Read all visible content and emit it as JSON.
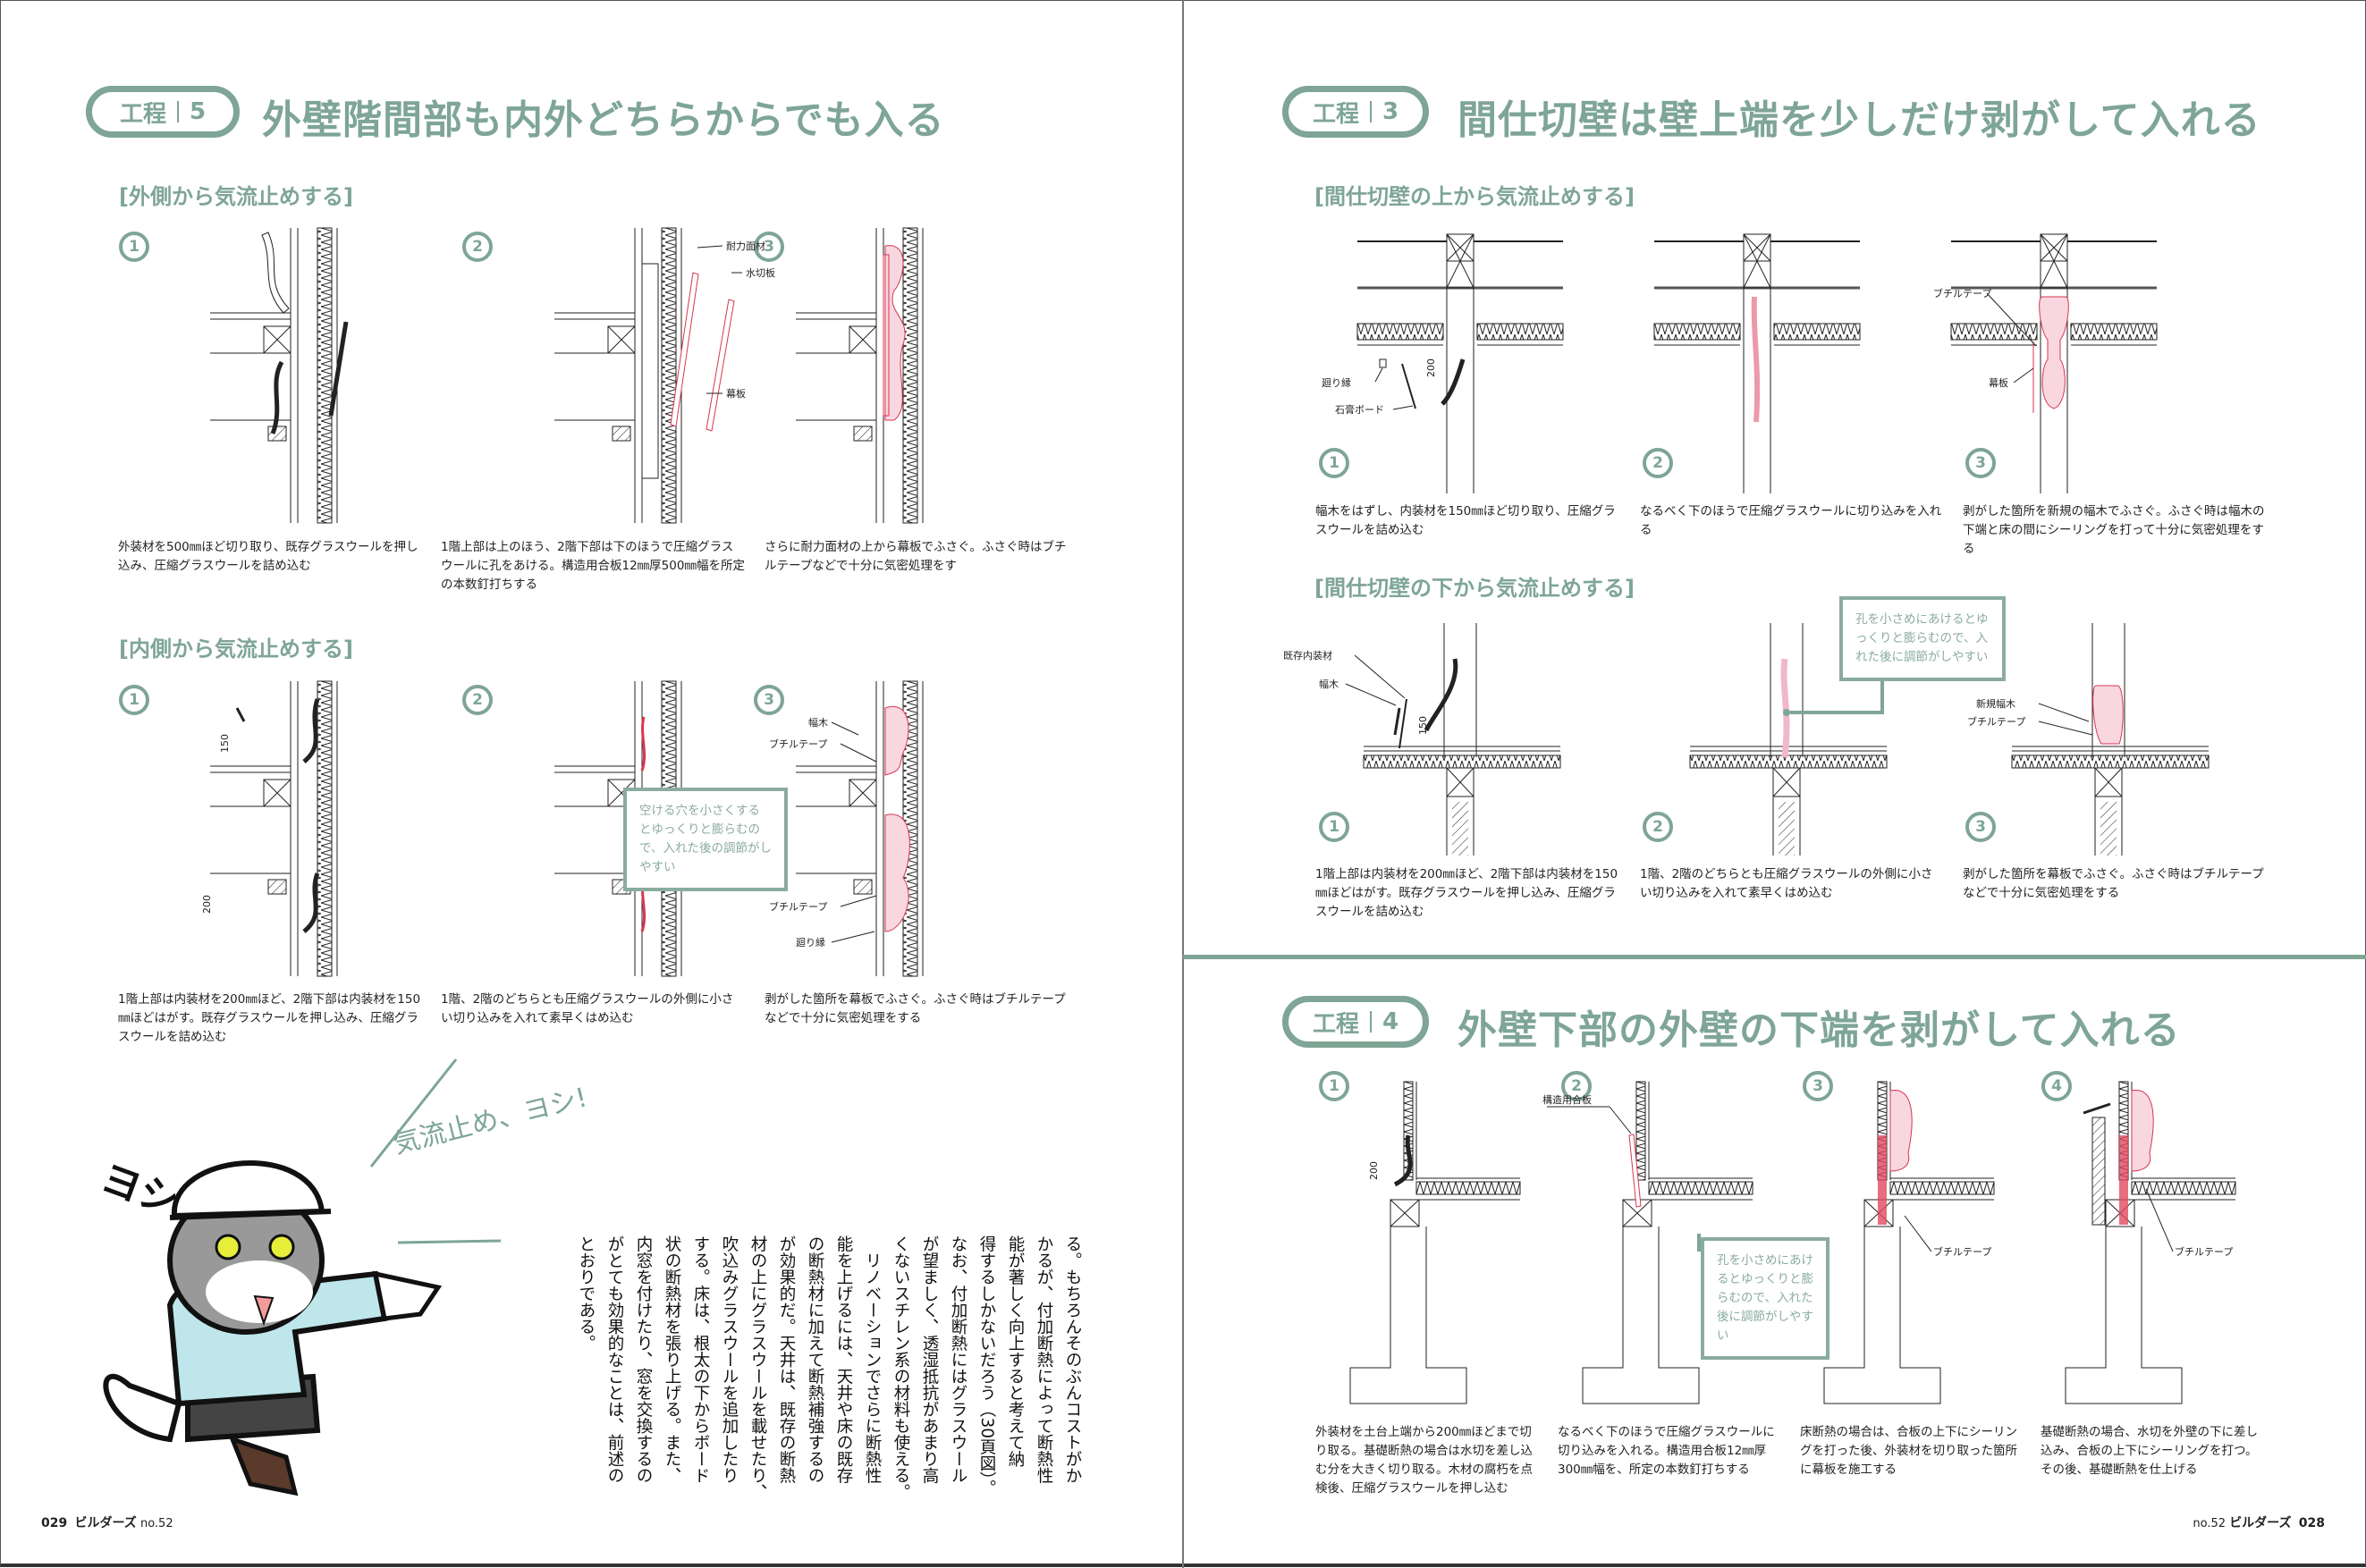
{
  "left_page": {
    "section": {
      "badge_label": "工程",
      "badge_number": "5",
      "title": "外壁階間部も内外どちらからでも入る"
    },
    "outside": {
      "heading": "[外側から気流止めする]",
      "steps": [
        {
          "number": "1",
          "caption": "外装材を500㎜ほど切り取り、既存グラスウールを押し込み、圧縮グラスウールを詰め込む"
        },
        {
          "number": "2",
          "caption": "1階上部は上のほう、2階下部は下のほうで圧縮グラスウールに孔をあける。構造用合板12㎜厚500㎜幅を所定の本数釘打ちする"
        },
        {
          "number": "3",
          "caption": "さらに耐力面材の上から幕板でふさぐ。ふさぐ時はブチルテープなどで十分に気密処理をす"
        }
      ],
      "labels": {
        "bearing_panel": "耐力面材",
        "flashing": "水切板",
        "fascia": "幕板"
      }
    },
    "inside": {
      "heading": "[内側から気流止めする]",
      "steps": [
        {
          "number": "1",
          "caption": "1階上部は内装材を200㎜ほど、2階下部は内装材を150㎜ほどはがす。既存グラスウールを押し込み、圧縮グラスウールを詰め込む"
        },
        {
          "number": "2",
          "caption": "1階、2階のどちらとも圧縮グラスウールの外側に小さい切り込みを入れて素早くはめ込む"
        },
        {
          "number": "3",
          "caption": "剥がした箇所を幕板でふさぐ。ふさぐ時はブチルテープなどで十分に気密処理をする"
        }
      ],
      "labels": {
        "dim_upper": "150",
        "dim_lower": "200",
        "baseboard": "幅木",
        "butyl_tape_1": "ブチルテープ",
        "butyl_tape_2": "ブチルテープ",
        "crown": "廻り縁"
      },
      "callout": "空ける穴を小さくするとゆっくりと膨らむので、入れた後の調節がしやすい"
    },
    "illustration": {
      "shout": "ヨシ!",
      "speech": "気流止め、ヨシ!"
    },
    "body_columns": [
      "る。もちろんそのぶんコストがか",
      "かるが、付加断熱によって断熱性",
      "能が著しく向上すると考えて納",
      "得するしかないだろう（30頁図）。",
      "なお、付加断熱にはグラスウール",
      "が望ましく、透湿抵抗があまり高",
      "くないスチレン系の材料も使える。",
      "　リノベーションでさらに断熱性",
      "能を上げるには、天井や床の既存",
      "の断熱材に加えて断熱補強するの",
      "が効果的だ。天井は、既存の断熱",
      "材の上にグラスウールを載せたり、",
      "吹込みグラスウールを追加したり",
      "する。床は、根太の下からボード",
      "状の断熱材を張り上げる。また、",
      "内窓を付けたり、窓を交換するの",
      "がとても効果的なことは、前述の",
      "とおりである。"
    ],
    "footer": {
      "page": "029",
      "magazine": "ビルダーズ",
      "issue": "no.52"
    }
  },
  "right_page": {
    "section3": {
      "badge_label": "工程",
      "badge_number": "3",
      "title": "間仕切壁は壁上端を少しだけ剥がして入れる"
    },
    "from_above": {
      "heading": "[間仕切壁の上から気流止めする]",
      "steps": [
        {
          "number": "1",
          "caption": "幅木をはずし、内装材を150㎜ほど切り取り、圧縮グラスウールを詰め込む"
        },
        {
          "number": "2",
          "caption": "なるべく下のほうで圧縮グラスウールに切り込みを入れる"
        },
        {
          "number": "3",
          "caption": "剥がした箇所を新規の幅木でふさぐ。ふさぐ時は幅木の下端と床の間にシーリングを打って十分に気密処理をする"
        }
      ],
      "labels": {
        "crown": "廻り縁",
        "gypsum_board": "石膏ボード",
        "dim": "200",
        "butyl_tape": "ブチルテープ",
        "fascia": "幕板"
      }
    },
    "from_below": {
      "heading": "[間仕切壁の下から気流止めする]",
      "steps": [
        {
          "number": "1",
          "caption": "1階上部は内装材を200㎜ほど、2階下部は内装材を150㎜ほどはがす。既存グラスウールを押し込み、圧縮グラスウールを詰め込む"
        },
        {
          "number": "2",
          "caption": "1階、2階のどちらとも圧縮グラスウールの外側に小さい切り込みを入れて素早くはめ込む"
        },
        {
          "number": "3",
          "caption": "剥がした箇所を幕板でふさぐ。ふさぐ時はブチルテープなどで十分に気密処理をする"
        }
      ],
      "labels": {
        "existing_interior": "既存内装材",
        "baseboard": "幅木",
        "dim": "150",
        "new_baseboard": "新規幅木",
        "butyl_tape": "ブチルテープ"
      },
      "callout": "孔を小さめにあけるとゆっくりと膨らむので、入れた後に調節がしやすい"
    },
    "section4": {
      "badge_label": "工程",
      "badge_number": "4",
      "title": "外壁下部の外壁の下端を剥がして入れる",
      "steps": [
        {
          "number": "1",
          "caption": "外装材を土台上端から200㎜ほどまで切り取る。基礎断熱の場合は水切を差し込む分を大きく切り取る。木材の腐朽を点検後、圧縮グラスウールを押し込む"
        },
        {
          "number": "2",
          "caption": "なるべく下のほうで圧縮グラスウールに切り込みを入れる。構造用合板12㎜厚300㎜幅を、所定の本数釘打ちする"
        },
        {
          "number": "3",
          "caption": "床断熱の場合は、合板の上下にシーリングを打った後、外装材を切り取った箇所に幕板を施工する"
        },
        {
          "number": "4",
          "caption": "基礎断熱の場合、水切を外壁の下に差し込み、合板の上下にシーリングを打つ。その後、基礎断熱を仕上げる"
        }
      ],
      "labels": {
        "dim": "200",
        "structural_plywood": "構造用合板",
        "butyl_tape_3": "ブチルテープ",
        "butyl_tape_4": "ブチルテープ"
      },
      "callout": "孔を小さめにあけるとゆっくりと膨らむので、入れた後に調節がしやすい"
    },
    "footer": {
      "issue": "no.52",
      "magazine": "ビルダーズ",
      "page": "028"
    }
  },
  "colors": {
    "accent": "#7ea596",
    "insulation_fill": "#f8d7e1",
    "insulation_stroke": "#d8364f"
  }
}
